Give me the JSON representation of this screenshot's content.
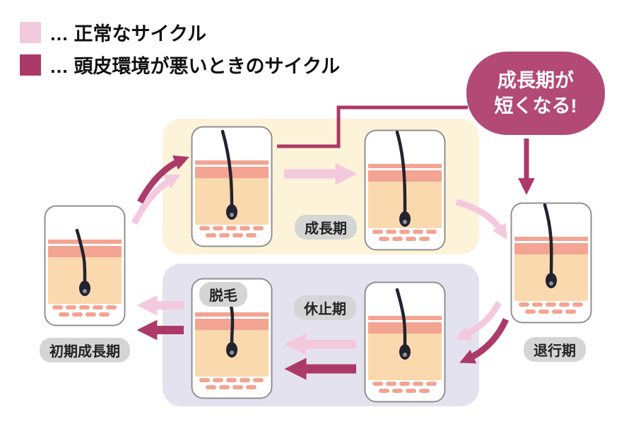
{
  "legend": {
    "items": [
      {
        "id": "normal",
        "label": "… 正常なサイクル"
      },
      {
        "id": "bad",
        "label": "… 頭皮環境が悪いときのサイクル"
      }
    ]
  },
  "callout": {
    "line1": "成長期が",
    "line2": "短くなる!"
  },
  "badges": {
    "growth": "成長期",
    "shedding": "脱毛",
    "rest": "休止期",
    "regression": "退行期",
    "early_growth": "初期成長期"
  },
  "colors": {
    "normal_cycle_pink": "#f3c9dd",
    "bad_cycle_magenta": "#ac3a69",
    "callout_bg": "#b24a75",
    "growth_band_cream": "#fdf3d8",
    "rest_band_lavender": "#e4e2ef",
    "badge_gray": "#d5d5d5",
    "skin_salmon": "#f3a492",
    "dermis_peach": "#fbd9ae",
    "hair_dark": "#23232f"
  }
}
